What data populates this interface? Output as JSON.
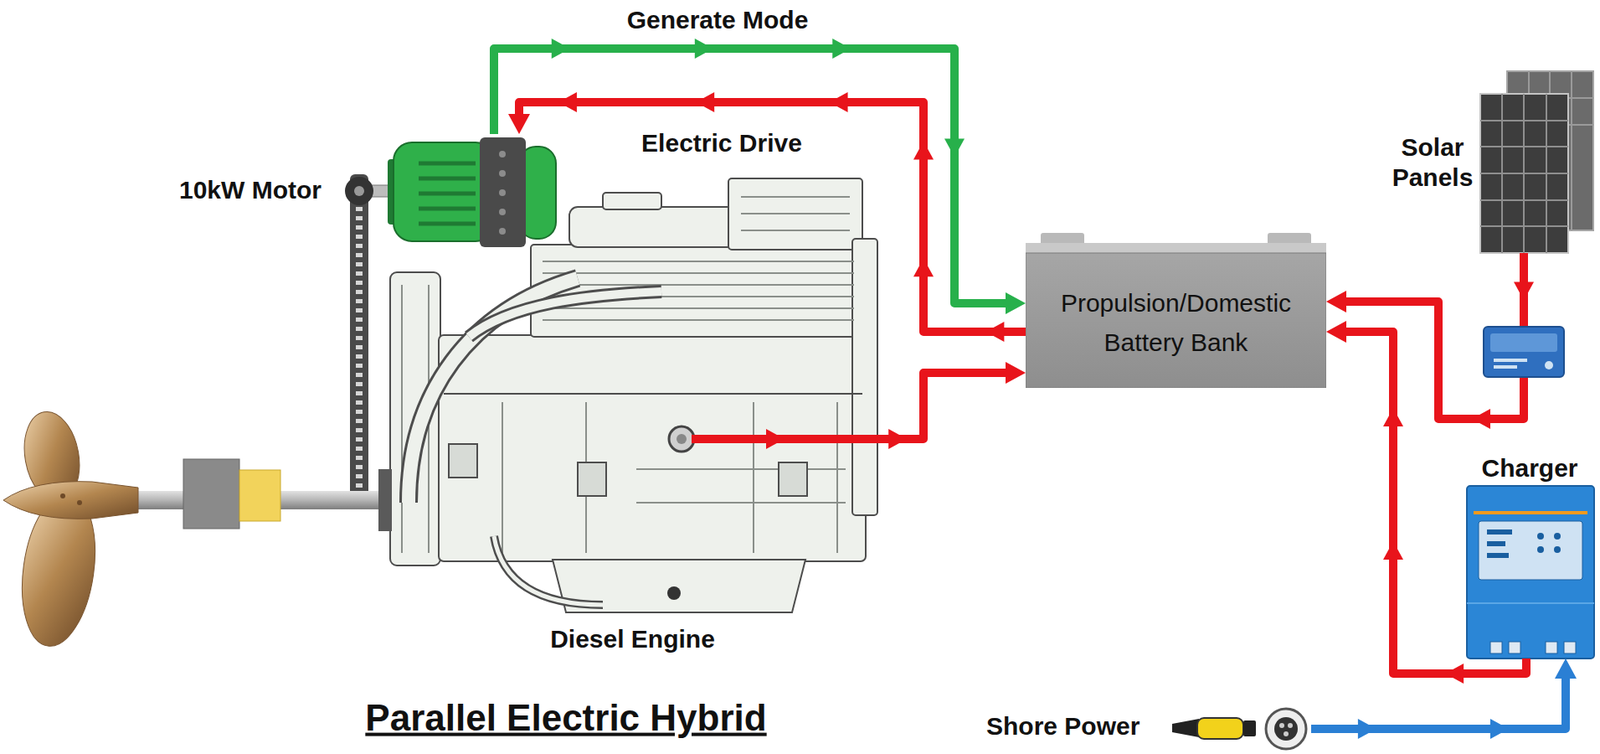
{
  "diagram": {
    "title": "Parallel Electric Hybrid",
    "nodes": [
      {
        "text": [
          "10kW Motor"
        ]
      },
      {
        "text": [
          "Diesel Engine"
        ]
      },
      {
        "text": [
          "Propulsion/Domestic Battery Bank"
        ]
      },
      {
        "text": [
          "Solar Panels"
        ]
      },
      {
        "text": [
          "Charger"
        ]
      },
      {
        "text": [
          "Shore Power"
        ]
      }
    ],
    "edges": [
      {
        "from": 0,
        "to": 2,
        "arrow": "to",
        "label": "Generate Mode"
      },
      {
        "from": 2,
        "to": 0,
        "arrow": "to",
        "label": "Electric Drive"
      },
      {
        "from": 1,
        "to": 2,
        "arrow": "to"
      },
      {
        "from": 3,
        "to": 2,
        "arrow": "to"
      },
      {
        "from": 4,
        "to": 2,
        "arrow": "to"
      },
      {
        "from": 5,
        "to": 4,
        "arrow": "to"
      }
    ]
  }
}
